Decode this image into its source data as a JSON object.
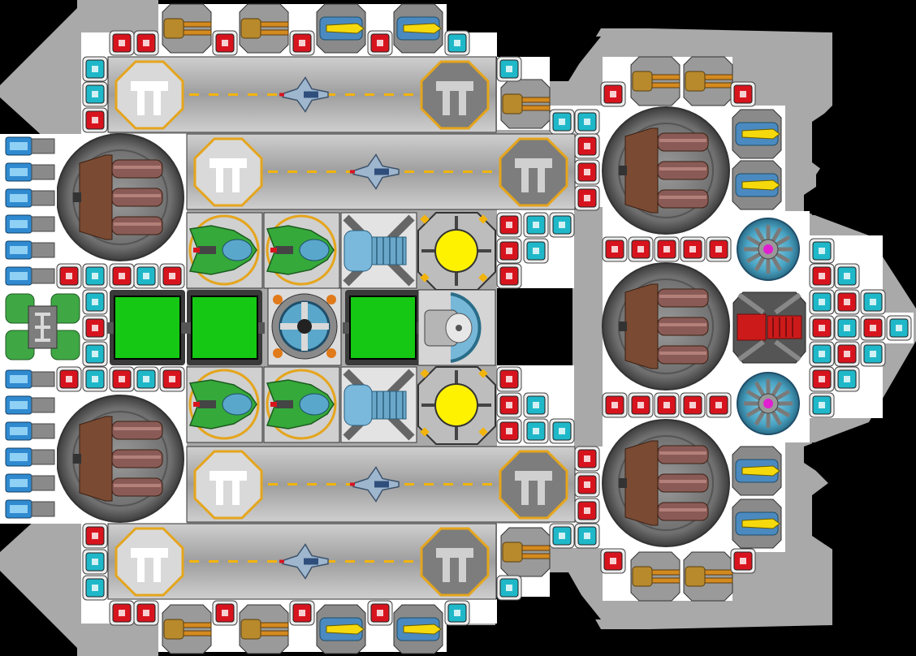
{
  "game": {
    "screen": "ship-layout-view",
    "ship_class": "carrier-battleship",
    "symmetry": "mirrored-top-bottom"
  },
  "palette": {
    "space": "#000000",
    "hull_outline": "#a9a9a9",
    "deck": "#ffffff",
    "runway": "#b8b8b8",
    "runway_marking": "#f2b40c",
    "shield_tile": "#1fb8c9",
    "power_tile": "#d7141e",
    "thruster": "#2f8ad0",
    "fighter_green": "#35a93a",
    "reactor_green": "#14c814",
    "core_yellow": "#fff200",
    "artillery_brown": "#7a4a33",
    "turret_gold": "#d58a1f",
    "laser_yellow": "#f5d90c",
    "radar_magenta": "#e020d0",
    "beam_red": "#cc1a1a"
  },
  "counts": {
    "hangar_runways": 4,
    "heavy_artillery_domes": 5,
    "fighter_bays": 4,
    "reactors": 3,
    "shield_cores": 2,
    "radar_dishes": 2,
    "engines": 18
  },
  "icons": {
    "hangar": "hangar-door-icon",
    "fighter": "jet-fighter-icon",
    "shield": "shield-module-icon",
    "power": "power-module-icon",
    "artillery": "heavy-cannon-icon",
    "autocannon": "autocannon-icon",
    "laser": "laser-turret-icon",
    "radar": "radar-dish-icon",
    "core": "shield-core-icon"
  }
}
